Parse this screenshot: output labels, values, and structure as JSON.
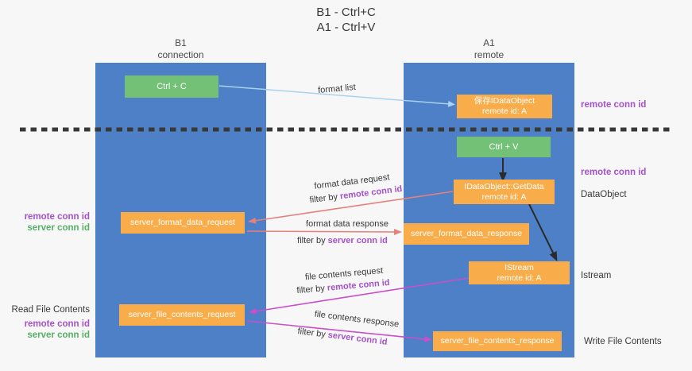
{
  "colors": {
    "bg": "#f7f7f7",
    "column-blue": "#4d80c6",
    "green-box": "#73c077",
    "orange-box": "#f9ad4a",
    "box-text": "#ffffff",
    "ink": "#383838",
    "purple": "#a452c8",
    "green-label": "#55b065",
    "salmon-arrow": "#e5807c",
    "magenta-arrow": "#c94fc9",
    "lightblue-arrow": "#a9d2ef",
    "black-arrow": "#2b2b2b"
  },
  "title": {
    "line1": "B1 - Ctrl+C",
    "line2": "A1 - Ctrl+V"
  },
  "lanes": {
    "left": {
      "name": "B1",
      "role": "connection"
    },
    "right": {
      "name": "A1",
      "role": "remote"
    }
  },
  "nodes": {
    "ctrl_c": "Ctrl + C",
    "ctrl_v": "Ctrl + V",
    "save_dataobject": {
      "line1": "保存IDataObject",
      "line2": "remote id: A"
    },
    "getdata": {
      "line1": "IDataObject::GetData",
      "line2": "remote id: A"
    },
    "istream_box": {
      "line1": "IStream",
      "line2": "remote id: A"
    },
    "format_request": "server_format_data_request",
    "format_response": "server_format_data_response",
    "file_request": "server_file_contents_request",
    "file_response": "server_file_contents_response"
  },
  "flow_labels": {
    "format_list": "format list",
    "format_data_request": "format data request",
    "format_data_response": "format data response",
    "file_contents_request": "file contents request",
    "file_contents_response": "file contents response",
    "filter_by": "filter by ",
    "remote_conn_id": "remote conn id",
    "server_conn_id": "server conn id"
  },
  "side_labels": {
    "right_remote_conn_top": "remote conn id",
    "right_remote_conn_mid": "remote conn id",
    "dataobject": "DataObject",
    "istream": "Istream",
    "write_file": "Write File Contents",
    "left_remote_conn_1": "remote conn id",
    "left_server_conn_1": "server conn id",
    "read_file": "Read File Contents",
    "left_remote_conn_2": "remote conn id",
    "left_server_conn_2": "server conn id"
  }
}
